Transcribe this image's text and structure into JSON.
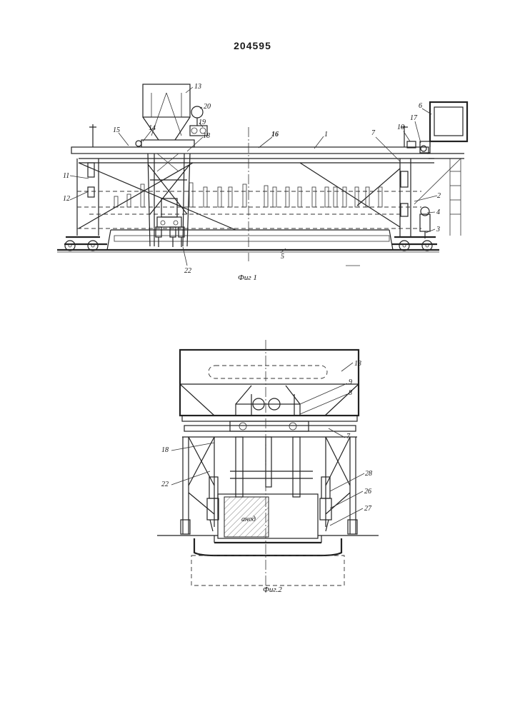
{
  "patent_number": "204595",
  "figures": [
    {
      "caption": "Фиг 1",
      "labels": [
        "13",
        "20",
        "19",
        "14",
        "15",
        "16",
        "1",
        "18",
        "7",
        "10",
        "17",
        "6",
        "11",
        "12",
        "2",
        "4",
        "3",
        "22",
        "5"
      ]
    },
    {
      "caption": "Фиг.2",
      "labels": [
        "13",
        "9",
        "8",
        "7",
        "18",
        "22",
        "28",
        "26",
        "27"
      ],
      "block_text": "анод"
    }
  ]
}
